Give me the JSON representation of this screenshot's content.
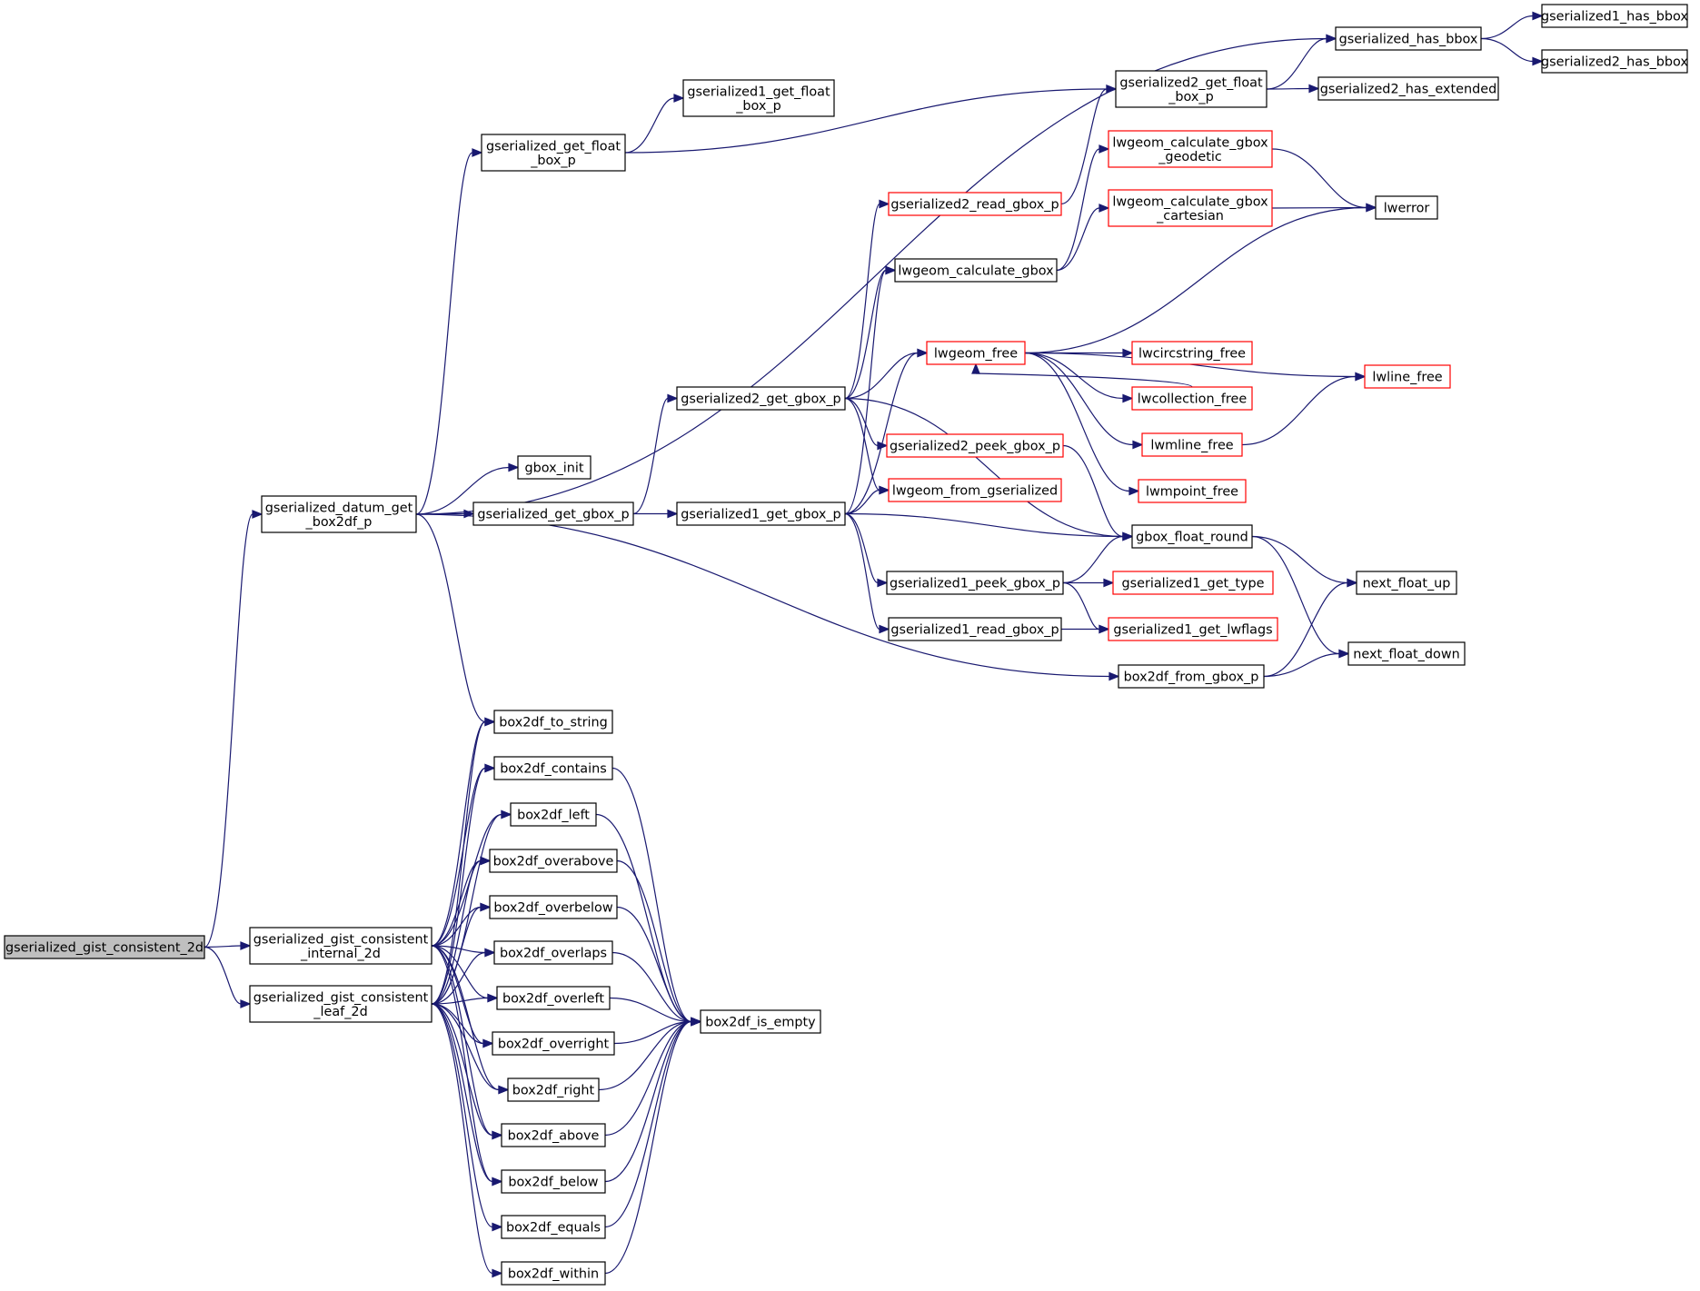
{
  "colors": {
    "edge": "#191970",
    "border_normal": "#000000",
    "border_truncated": "#ff0000",
    "fill_root": "#bfbfbf",
    "fill_normal": "#ffffff"
  },
  "nodes": [
    {
      "id": "gserialized_gist_consistent_2d",
      "lines": [
        "gserialized_gist_consistent_2d"
      ],
      "style": "root"
    },
    {
      "id": "gserialized_datum_get_box2df_p",
      "lines": [
        "gserialized_datum_get",
        "_box2df_p"
      ],
      "style": "normal"
    },
    {
      "id": "gserialized_gist_consistent_internal_2d",
      "lines": [
        "gserialized_gist_consistent",
        "_internal_2d"
      ],
      "style": "normal"
    },
    {
      "id": "gserialized_gist_consistent_leaf_2d",
      "lines": [
        "gserialized_gist_consistent",
        "_leaf_2d"
      ],
      "style": "normal"
    },
    {
      "id": "gserialized_get_float_box_p",
      "lines": [
        "gserialized_get_float",
        "_box_p"
      ],
      "style": "normal"
    },
    {
      "id": "gserialized1_get_float_box_p",
      "lines": [
        "gserialized1_get_float",
        "_box_p"
      ],
      "style": "normal"
    },
    {
      "id": "gbox_init",
      "lines": [
        "gbox_init"
      ],
      "style": "normal"
    },
    {
      "id": "gserialized_get_gbox_p",
      "lines": [
        "gserialized_get_gbox_p"
      ],
      "style": "normal"
    },
    {
      "id": "box2df_to_string",
      "lines": [
        "box2df_to_string"
      ],
      "style": "normal"
    },
    {
      "id": "box2df_contains",
      "lines": [
        "box2df_contains"
      ],
      "style": "normal"
    },
    {
      "id": "box2df_left",
      "lines": [
        "box2df_left"
      ],
      "style": "normal"
    },
    {
      "id": "box2df_overabove",
      "lines": [
        "box2df_overabove"
      ],
      "style": "normal"
    },
    {
      "id": "box2df_overbelow",
      "lines": [
        "box2df_overbelow"
      ],
      "style": "normal"
    },
    {
      "id": "box2df_overlaps",
      "lines": [
        "box2df_overlaps"
      ],
      "style": "normal"
    },
    {
      "id": "box2df_overleft",
      "lines": [
        "box2df_overleft"
      ],
      "style": "normal"
    },
    {
      "id": "box2df_overright",
      "lines": [
        "box2df_overright"
      ],
      "style": "normal"
    },
    {
      "id": "box2df_right",
      "lines": [
        "box2df_right"
      ],
      "style": "normal"
    },
    {
      "id": "box2df_above",
      "lines": [
        "box2df_above"
      ],
      "style": "normal"
    },
    {
      "id": "box2df_below",
      "lines": [
        "box2df_below"
      ],
      "style": "normal"
    },
    {
      "id": "box2df_equals",
      "lines": [
        "box2df_equals"
      ],
      "style": "normal"
    },
    {
      "id": "box2df_within",
      "lines": [
        "box2df_within"
      ],
      "style": "normal"
    },
    {
      "id": "box2df_is_empty",
      "lines": [
        "box2df_is_empty"
      ],
      "style": "normal"
    },
    {
      "id": "gserialized2_get_gbox_p",
      "lines": [
        "gserialized2_get_gbox_p"
      ],
      "style": "normal"
    },
    {
      "id": "gserialized1_get_gbox_p",
      "lines": [
        "gserialized1_get_gbox_p"
      ],
      "style": "normal"
    },
    {
      "id": "gserialized2_read_gbox_p",
      "lines": [
        "gserialized2_read_gbox_p"
      ],
      "style": "truncated"
    },
    {
      "id": "lwgeom_calculate_gbox",
      "lines": [
        "lwgeom_calculate_gbox"
      ],
      "style": "normal"
    },
    {
      "id": "lwgeom_free",
      "lines": [
        "lwgeom_free"
      ],
      "style": "truncated"
    },
    {
      "id": "gserialized2_peek_gbox_p",
      "lines": [
        "gserialized2_peek_gbox_p"
      ],
      "style": "truncated"
    },
    {
      "id": "lwgeom_from_gserialized",
      "lines": [
        "lwgeom_from_gserialized"
      ],
      "style": "truncated"
    },
    {
      "id": "gserialized1_peek_gbox_p",
      "lines": [
        "gserialized1_peek_gbox_p"
      ],
      "style": "normal"
    },
    {
      "id": "gserialized1_read_gbox_p",
      "lines": [
        "gserialized1_read_gbox_p"
      ],
      "style": "normal"
    },
    {
      "id": "box2df_from_gbox_p",
      "lines": [
        "box2df_from_gbox_p"
      ],
      "style": "normal"
    },
    {
      "id": "gserialized_has_bbox",
      "lines": [
        "gserialized_has_bbox"
      ],
      "style": "normal"
    },
    {
      "id": "gserialized2_get_float_box_p",
      "lines": [
        "gserialized2_get_float",
        "_box_p"
      ],
      "style": "normal"
    },
    {
      "id": "gserialized2_has_extended",
      "lines": [
        "gserialized2_has_extended"
      ],
      "style": "normal"
    },
    {
      "id": "lwgeom_calculate_gbox_geodetic",
      "lines": [
        "lwgeom_calculate_gbox",
        "_geodetic"
      ],
      "style": "truncated"
    },
    {
      "id": "lwgeom_calculate_gbox_cartesian",
      "lines": [
        "lwgeom_calculate_gbox",
        "_cartesian"
      ],
      "style": "truncated"
    },
    {
      "id": "lwcircstring_free",
      "lines": [
        "lwcircstring_free"
      ],
      "style": "truncated"
    },
    {
      "id": "lwcollection_free",
      "lines": [
        "lwcollection_free"
      ],
      "style": "truncated"
    },
    {
      "id": "lwmline_free",
      "lines": [
        "lwmline_free"
      ],
      "style": "truncated"
    },
    {
      "id": "lwmpoint_free",
      "lines": [
        "lwmpoint_free"
      ],
      "style": "truncated"
    },
    {
      "id": "gbox_float_round",
      "lines": [
        "gbox_float_round"
      ],
      "style": "normal"
    },
    {
      "id": "gserialized1_get_type",
      "lines": [
        "gserialized1_get_type"
      ],
      "style": "truncated"
    },
    {
      "id": "gserialized1_get_lwflags",
      "lines": [
        "gserialized1_get_lwflags"
      ],
      "style": "truncated"
    },
    {
      "id": "gserialized1_has_bbox",
      "lines": [
        "gserialized1_has_bbox"
      ],
      "style": "normal"
    },
    {
      "id": "gserialized2_has_bbox",
      "lines": [
        "gserialized2_has_bbox"
      ],
      "style": "normal"
    },
    {
      "id": "lwerror",
      "lines": [
        "lwerror"
      ],
      "style": "normal"
    },
    {
      "id": "lwline_free",
      "lines": [
        "lwline_free"
      ],
      "style": "truncated"
    },
    {
      "id": "next_float_up",
      "lines": [
        "next_float_up"
      ],
      "style": "normal"
    },
    {
      "id": "next_float_down",
      "lines": [
        "next_float_down"
      ],
      "style": "normal"
    }
  ],
  "edges": [
    [
      "gserialized_gist_consistent_2d",
      "gserialized_datum_get_box2df_p"
    ],
    [
      "gserialized_gist_consistent_2d",
      "gserialized_gist_consistent_internal_2d"
    ],
    [
      "gserialized_gist_consistent_2d",
      "gserialized_gist_consistent_leaf_2d"
    ],
    [
      "gserialized_datum_get_box2df_p",
      "gserialized_get_float_box_p"
    ],
    [
      "gserialized_datum_get_box2df_p",
      "gserialized_has_bbox"
    ],
    [
      "gserialized_datum_get_box2df_p",
      "gbox_init"
    ],
    [
      "gserialized_datum_get_box2df_p",
      "gserialized_get_gbox_p"
    ],
    [
      "gserialized_datum_get_box2df_p",
      "box2df_from_gbox_p"
    ],
    [
      "gserialized_datum_get_box2df_p",
      "box2df_to_string"
    ],
    [
      "gserialized_get_float_box_p",
      "gserialized1_get_float_box_p"
    ],
    [
      "gserialized_get_float_box_p",
      "gserialized2_get_float_box_p"
    ],
    [
      "gserialized_get_gbox_p",
      "gserialized2_get_gbox_p"
    ],
    [
      "gserialized_get_gbox_p",
      "gserialized1_get_gbox_p"
    ],
    [
      "gserialized2_get_gbox_p",
      "gserialized2_read_gbox_p"
    ],
    [
      "gserialized2_get_gbox_p",
      "lwgeom_calculate_gbox"
    ],
    [
      "gserialized2_get_gbox_p",
      "lwgeom_free"
    ],
    [
      "gserialized2_get_gbox_p",
      "gserialized2_peek_gbox_p"
    ],
    [
      "gserialized2_get_gbox_p",
      "lwgeom_from_gserialized"
    ],
    [
      "gserialized2_get_gbox_p",
      "gbox_float_round"
    ],
    [
      "gserialized1_get_gbox_p",
      "lwgeom_calculate_gbox"
    ],
    [
      "gserialized1_get_gbox_p",
      "lwgeom_free"
    ],
    [
      "gserialized1_get_gbox_p",
      "lwgeom_from_gserialized"
    ],
    [
      "gserialized1_get_gbox_p",
      "gbox_float_round"
    ],
    [
      "gserialized1_get_gbox_p",
      "gserialized1_peek_gbox_p"
    ],
    [
      "gserialized1_get_gbox_p",
      "gserialized1_read_gbox_p"
    ],
    [
      "gserialized2_read_gbox_p",
      "gserialized2_get_float_box_p"
    ],
    [
      "gserialized2_get_float_box_p",
      "gserialized_has_bbox"
    ],
    [
      "gserialized2_get_float_box_p",
      "gserialized2_has_extended"
    ],
    [
      "gserialized_has_bbox",
      "gserialized1_has_bbox"
    ],
    [
      "gserialized_has_bbox",
      "gserialized2_has_bbox"
    ],
    [
      "lwgeom_calculate_gbox",
      "lwgeom_calculate_gbox_geodetic"
    ],
    [
      "lwgeom_calculate_gbox",
      "lwgeom_calculate_gbox_cartesian"
    ],
    [
      "lwgeom_calculate_gbox_geodetic",
      "lwerror"
    ],
    [
      "lwgeom_calculate_gbox_cartesian",
      "lwerror"
    ],
    [
      "lwgeom_free",
      "lwerror"
    ],
    [
      "lwgeom_free",
      "lwline_free"
    ],
    [
      "lwgeom_free",
      "lwcircstring_free"
    ],
    [
      "lwgeom_free",
      "lwcollection_free"
    ],
    [
      "lwgeom_free",
      "lwmline_free"
    ],
    [
      "lwgeom_free",
      "lwmpoint_free"
    ],
    [
      "lwcollection_free",
      "lwgeom_free"
    ],
    [
      "lwmline_free",
      "lwline_free"
    ],
    [
      "gserialized2_peek_gbox_p",
      "gbox_float_round"
    ],
    [
      "gserialized1_peek_gbox_p",
      "gbox_float_round"
    ],
    [
      "gserialized1_peek_gbox_p",
      "gserialized1_get_type"
    ],
    [
      "gserialized1_peek_gbox_p",
      "gserialized1_get_lwflags"
    ],
    [
      "gserialized1_read_gbox_p",
      "gserialized1_get_lwflags"
    ],
    [
      "gbox_float_round",
      "next_float_up"
    ],
    [
      "gbox_float_round",
      "next_float_down"
    ],
    [
      "box2df_from_gbox_p",
      "next_float_up"
    ],
    [
      "box2df_from_gbox_p",
      "next_float_down"
    ],
    [
      "gserialized_gist_consistent_internal_2d",
      "box2df_to_string"
    ],
    [
      "gserialized_gist_consistent_internal_2d",
      "box2df_contains"
    ],
    [
      "gserialized_gist_consistent_internal_2d",
      "box2df_left"
    ],
    [
      "gserialized_gist_consistent_internal_2d",
      "box2df_overabove"
    ],
    [
      "gserialized_gist_consistent_internal_2d",
      "box2df_overbelow"
    ],
    [
      "gserialized_gist_consistent_internal_2d",
      "box2df_overlaps"
    ],
    [
      "gserialized_gist_consistent_internal_2d",
      "box2df_overleft"
    ],
    [
      "gserialized_gist_consistent_internal_2d",
      "box2df_overright"
    ],
    [
      "gserialized_gist_consistent_internal_2d",
      "box2df_right"
    ],
    [
      "gserialized_gist_consistent_internal_2d",
      "box2df_above"
    ],
    [
      "gserialized_gist_consistent_internal_2d",
      "box2df_below"
    ],
    [
      "gserialized_gist_consistent_leaf_2d",
      "box2df_to_string"
    ],
    [
      "gserialized_gist_consistent_leaf_2d",
      "box2df_contains"
    ],
    [
      "gserialized_gist_consistent_leaf_2d",
      "box2df_left"
    ],
    [
      "gserialized_gist_consistent_leaf_2d",
      "box2df_overabove"
    ],
    [
      "gserialized_gist_consistent_leaf_2d",
      "box2df_overbelow"
    ],
    [
      "gserialized_gist_consistent_leaf_2d",
      "box2df_overlaps"
    ],
    [
      "gserialized_gist_consistent_leaf_2d",
      "box2df_overleft"
    ],
    [
      "gserialized_gist_consistent_leaf_2d",
      "box2df_overright"
    ],
    [
      "gserialized_gist_consistent_leaf_2d",
      "box2df_right"
    ],
    [
      "gserialized_gist_consistent_leaf_2d",
      "box2df_above"
    ],
    [
      "gserialized_gist_consistent_leaf_2d",
      "box2df_below"
    ],
    [
      "gserialized_gist_consistent_leaf_2d",
      "box2df_equals"
    ],
    [
      "gserialized_gist_consistent_leaf_2d",
      "box2df_within"
    ],
    [
      "box2df_contains",
      "box2df_is_empty"
    ],
    [
      "box2df_left",
      "box2df_is_empty"
    ],
    [
      "box2df_overabove",
      "box2df_is_empty"
    ],
    [
      "box2df_overbelow",
      "box2df_is_empty"
    ],
    [
      "box2df_overlaps",
      "box2df_is_empty"
    ],
    [
      "box2df_overleft",
      "box2df_is_empty"
    ],
    [
      "box2df_overright",
      "box2df_is_empty"
    ],
    [
      "box2df_right",
      "box2df_is_empty"
    ],
    [
      "box2df_above",
      "box2df_is_empty"
    ],
    [
      "box2df_below",
      "box2df_is_empty"
    ],
    [
      "box2df_equals",
      "box2df_is_empty"
    ],
    [
      "box2df_within",
      "box2df_is_empty"
    ]
  ]
}
